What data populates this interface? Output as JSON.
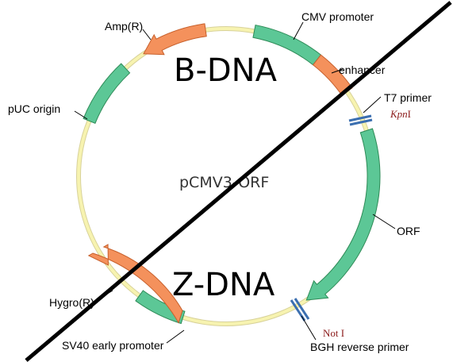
{
  "plasmid": {
    "name": "pCMV3-ORF",
    "features": [
      {
        "id": "cmv",
        "label": "CMV promoter",
        "kind": "promoter",
        "color": "#5cc796"
      },
      {
        "id": "enh",
        "label": "enhancer",
        "kind": "enhancer",
        "color": "#f4915c"
      },
      {
        "id": "orf",
        "label": "ORF",
        "kind": "orf",
        "color": "#5cc796"
      },
      {
        "id": "sv40",
        "label": "SV40 early promoter",
        "kind": "promoter",
        "color": "#5cc796"
      },
      {
        "id": "hygro",
        "label": "Hygro(R)",
        "kind": "resistance",
        "color": "#f4915c"
      },
      {
        "id": "puc",
        "label": "pUC origin",
        "kind": "origin",
        "color": "#5cc796"
      },
      {
        "id": "amp",
        "label": "Amp(R)",
        "kind": "resistance",
        "color": "#f4915c"
      }
    ],
    "primers": {
      "t7": "T7 primer",
      "bgh": "BGH reverse primer"
    },
    "sites": {
      "kpn_prefix": "Kpn",
      "kpn_suffix": "I",
      "not": "Not I"
    }
  },
  "overlay": {
    "top": "B-DNA",
    "bottom": "Z-DNA"
  },
  "colors": {
    "backbone": "#f7f3b0",
    "backbone_edge": "#d8d29a",
    "site_marker": "#3b6fb0",
    "slash": "#000000"
  }
}
